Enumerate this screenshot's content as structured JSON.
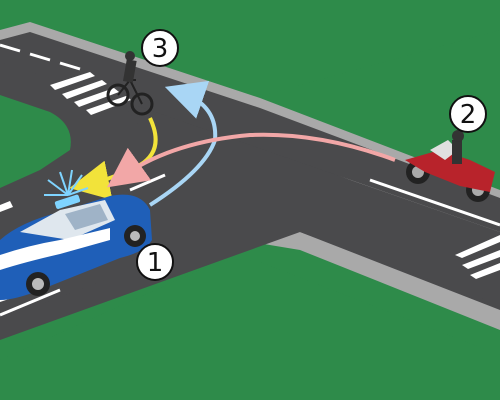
{
  "labels": {
    "car": "1",
    "motorcycle": "2",
    "cyclist": "3"
  },
  "colors": {
    "grass": "#2e8b4a",
    "sidewalk": "#a9a9a9",
    "asphalt": "#4a4a4c",
    "lane_marking": "#ffffff",
    "path_cyclist": "#f2e33a",
    "path_car": "#a9d6f5",
    "path_motorcycle": "#f2a7a7",
    "car_body": "#1f5fb8",
    "motorcycle_body": "#b8232b",
    "siren_flash": "#7fd4ff"
  },
  "icons": {
    "car": "police-car-icon",
    "motorcycle": "motorcycle-icon",
    "cyclist": "bicycle-icon"
  }
}
